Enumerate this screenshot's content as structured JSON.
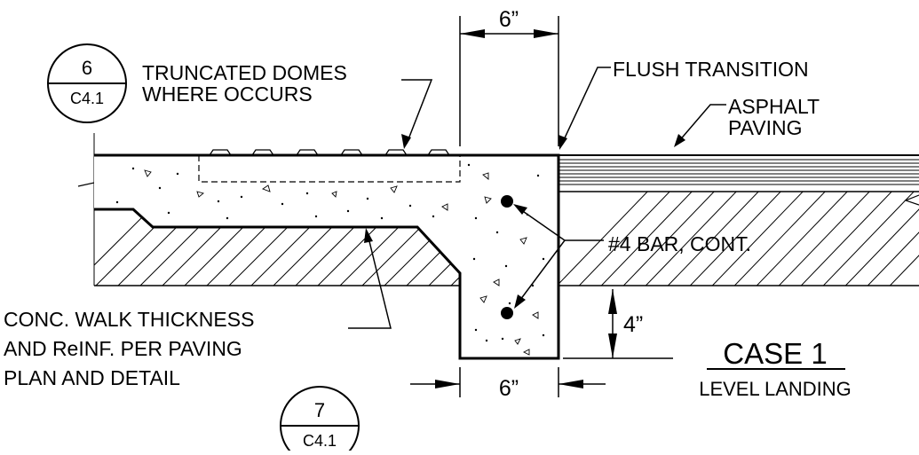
{
  "detail_bubbles": [
    {
      "number": "6",
      "sheet": "C4.1"
    },
    {
      "number": "7",
      "sheet": "C4.1"
    }
  ],
  "callouts": {
    "truncated_domes": [
      "TRUNCATED DOMES",
      "WHERE OCCURS"
    ],
    "flush_transition": "FLUSH TRANSITION",
    "asphalt_paving": [
      "ASPHALT",
      "PAVING"
    ],
    "bar": "#4 BAR, CONT.",
    "conc_walk": [
      "CONC. WALK THICKNESS",
      "AND ReINF. PER PAVING",
      "PLAN AND DETAIL"
    ]
  },
  "dimensions": {
    "top_width": "6”",
    "bottom_width": "6”",
    "depth": "4”"
  },
  "case": {
    "title": "CASE 1",
    "subtitle": "LEVEL LANDING"
  }
}
